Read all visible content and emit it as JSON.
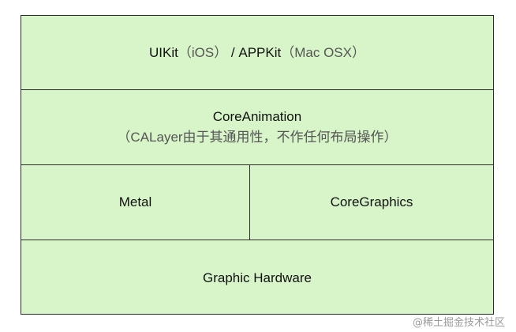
{
  "layers": {
    "ui": {
      "uikit": "UIKit",
      "ios": "（iOS）",
      "separator": " / ",
      "appkit": "APPKit",
      "mac": "（Mac OSX）"
    },
    "core_animation": {
      "title": "CoreAnimation",
      "note": "（CALayer由于其通用性，不作任何布局操作）"
    },
    "metal": "Metal",
    "core_graphics": "CoreGraphics",
    "hardware": "Graphic Hardware"
  },
  "watermark": "@稀土掘金技术社区",
  "colors": {
    "box_fill": "#d8f5c9",
    "border": "#2b2b2b"
  }
}
